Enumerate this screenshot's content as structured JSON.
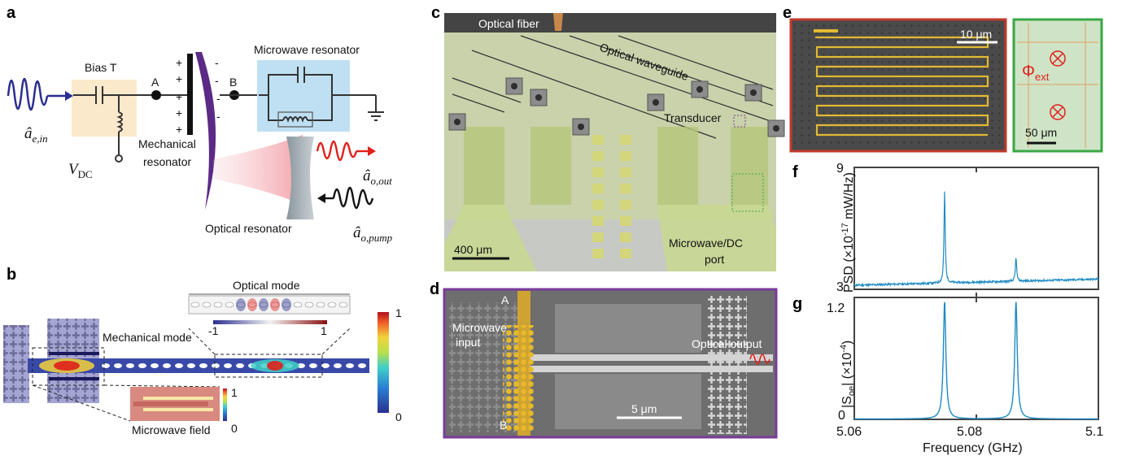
{
  "panels": {
    "a": "a",
    "b": "b",
    "c": "c",
    "d": "d",
    "e": "e",
    "f": "f",
    "g": "g"
  },
  "a": {
    "bias_t": "Bias T",
    "node_a": "A",
    "node_b": "B",
    "microwave_resonator": "Microwave resonator",
    "mechanical_line1": "Mechanical",
    "mechanical_line2": "resonator",
    "optical_resonator": "Optical resonator",
    "vdc_main": "V",
    "vdc_sub": "DC",
    "a_in_main": "â",
    "a_in_sub": "e,in",
    "a_out_main": "â",
    "a_out_sub": "o,out",
    "a_pump_main": "â",
    "a_pump_sub": "o,pump",
    "plus": "+",
    "minus": "-"
  },
  "b": {
    "optical_mode": "Optical mode",
    "optical_min": "-1",
    "optical_max": "1",
    "mechanical_mode": "Mechanical mode",
    "microwave_field": "Microwave field",
    "inset_max": "1",
    "inset_min": "0",
    "cbar_max": "1",
    "cbar_min": "0"
  },
  "c": {
    "optical_fiber": "Optical fiber",
    "optical_waveguide": "Optical waveguide",
    "transducer": "Transducer",
    "port_line1": "Microwave/DC",
    "port_line2": "port",
    "scale": "400 μm"
  },
  "d": {
    "node_a": "A",
    "node_b": "B",
    "input_line1": "Microwave",
    "input_line2": "input",
    "optical_output": "Optical output",
    "scale": "5 μm"
  },
  "e": {
    "scale_left": "10 μm",
    "phi": "Φ",
    "phi_sub": "ext",
    "scale_right": "50 μm"
  },
  "colors": {
    "signal_blue": "#2b2f8f",
    "optical_red": "#e0201b",
    "bias_box": "#fbe9cc",
    "mw_box": "#bfe0f2",
    "mech_purple": "#5b2a86",
    "frame_red": "#c0392b",
    "frame_green": "#3aa745",
    "frame_purple": "#7a3b9a",
    "trace": "#1e8bc3"
  },
  "chart_data": [
    {
      "type": "line",
      "panel": "f",
      "ylabel_main": "PSD (×10",
      "ylabel_exp": "-17",
      "ylabel_unit": " mW/Hz)",
      "xlim": [
        5.06,
        5.1
      ],
      "ylim": [
        3,
        9
      ],
      "yticks": [
        "9",
        "3"
      ],
      "baseline_start": 3.2,
      "baseline_end": 3.5,
      "noise": 0.05,
      "peaks": [
        {
          "x": 5.0748,
          "height": 7.8
        },
        {
          "x": 5.0865,
          "height": 4.6
        }
      ],
      "grid": false,
      "legend": "none"
    },
    {
      "type": "line",
      "panel": "g",
      "ylabel_main": "|S",
      "ylabel_sub": "oe",
      "ylabel_rest": "| (×10",
      "ylabel_exp": "-4",
      "ylabel_close": ")",
      "xlabel": "Frequency (GHz)",
      "xlim": [
        5.06,
        5.1
      ],
      "ylim": [
        0,
        1.2
      ],
      "xticks": [
        "5.06",
        "5.08",
        "5.1"
      ],
      "yticks": [
        "1.2",
        "0"
      ],
      "peaks": [
        {
          "x": 5.0748,
          "height": 1.15
        },
        {
          "x": 5.0865,
          "height": 1.15
        }
      ],
      "linewidth": 0.00025,
      "grid": false,
      "legend": "none"
    }
  ]
}
